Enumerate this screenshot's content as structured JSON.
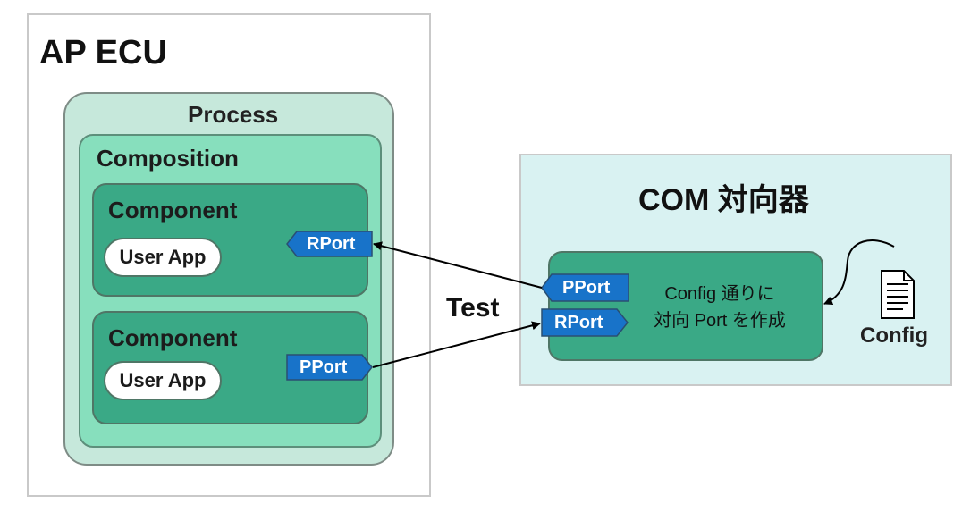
{
  "ap_ecu": {
    "title": "AP ECU",
    "process": {
      "title": "Process",
      "composition": {
        "title": "Composition",
        "components": [
          {
            "title": "Component",
            "app": "User App",
            "port": "RPort"
          },
          {
            "title": "Component",
            "app": "User App",
            "port": "PPort"
          }
        ]
      }
    }
  },
  "com": {
    "title": "COM 対向器",
    "ports": {
      "pport": "PPort",
      "rport": "RPort"
    },
    "desc_line1": "Config 通りに",
    "desc_line2": "対向 Port を作成",
    "config_label": "Config"
  },
  "link_label": "Test",
  "colors": {
    "port_fill": "#1873c9",
    "component_fill": "#3aa986",
    "composition_fill": "#87dfbd",
    "process_fill": "#c6e8db",
    "com_fill": "#d9f2f2"
  }
}
